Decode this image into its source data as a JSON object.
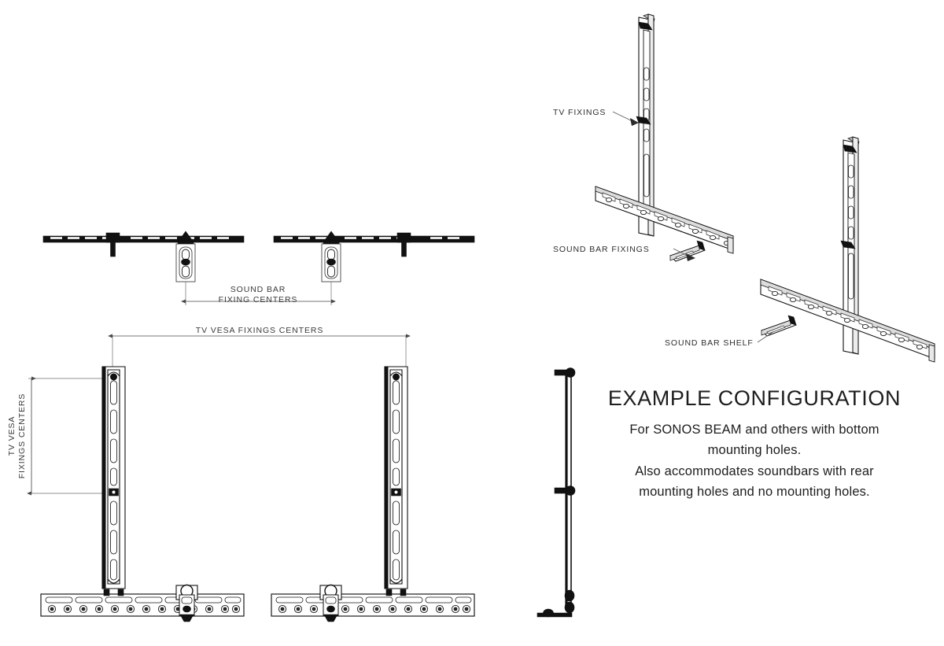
{
  "page": {
    "title": "Soundbar TV Bracket Mounting Diagram",
    "background_color": "#ffffff",
    "line_color": "#111111",
    "text_color": "#1d1d1d"
  },
  "dimensions": {
    "soundbar_fixing_centers_line1": "SOUND BAR",
    "soundbar_fixing_centers_line2": "FIXING CENTERS",
    "tv_vesa_fixings_centers": "TV VESA FIXINGS CENTERS",
    "tv_vesa_vertical_line1": "TV VESA",
    "tv_vesa_vertical_line2": "FIXINGS CENTERS"
  },
  "callouts": {
    "tv_fixings": "TV FIXINGS",
    "sound_bar_fixings": "SOUND BAR FIXINGS",
    "sound_bar_shelf": "SOUND BAR SHELF"
  },
  "info_block": {
    "heading": "EXAMPLE CONFIGURATION",
    "line1": "For SONOS BEAM and others with bottom",
    "line2": "mounting holes.",
    "line3": "Also accommodates soundbars with rear",
    "line4": "mounting holes and no mounting holes."
  },
  "views": {
    "top_plan_view": "top-plan-view",
    "front_elevation_view": "front-elevation-view",
    "isometric_view_left": "isometric-assembly-left",
    "isometric_view_right": "isometric-assembly-right",
    "side_profile_view": "side-profile-view"
  },
  "icon_names": {
    "wall_rail": "wall-rail-icon",
    "vertical_bracket": "vertical-bracket-icon",
    "horizontal_rail": "horizontal-rail-icon",
    "shelf_bracket": "shelf-bracket-icon",
    "bolt": "bolt-icon"
  }
}
